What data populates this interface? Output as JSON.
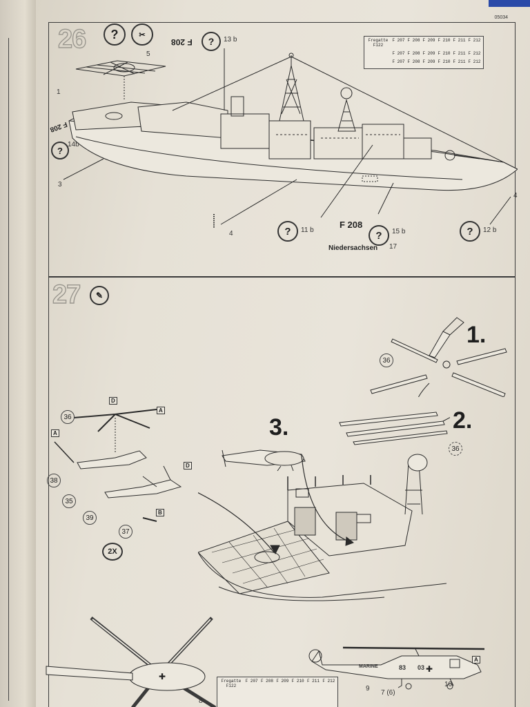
{
  "page": {
    "page_code": "05034"
  },
  "step26": {
    "number": "26",
    "help_mark": "?",
    "f208_rotated": "F 208",
    "f208_stern": "F 208",
    "callouts": [
      {
        "number": "13 b"
      },
      {
        "number": "14b"
      },
      {
        "number": "11 b"
      },
      {
        "number": "15 b"
      },
      {
        "number": "12 b"
      }
    ],
    "part_labels": [
      "5",
      "1",
      "3",
      "4",
      "4"
    ],
    "hull_label": "F 208",
    "ship_name": "Niedersachsen",
    "ship_name_ref": "17",
    "decal_table": {
      "header": "Fregatte F122",
      "rows": [
        [
          "F 207",
          "F 208",
          "F 209",
          "F 210",
          "F 211",
          "F 212"
        ],
        [
          "F 207",
          "F 208",
          "F 209",
          "F 210",
          "F 211",
          "F 212"
        ],
        [
          "F 207",
          "F 208",
          "F 209",
          "F 210",
          "F 211",
          "F 212"
        ]
      ]
    }
  },
  "step27": {
    "number": "27",
    "sub_steps": [
      "1.",
      "2.",
      "3."
    ],
    "parts": [
      "36",
      "36",
      "36",
      "38",
      "35",
      "39",
      "37"
    ],
    "flags": [
      "D",
      "A",
      "A",
      "D",
      "B"
    ],
    "multiplier": "2X"
  },
  "bottom": {
    "marine_text": "MARINE",
    "heli_number_left": "83",
    "heli_number_right": "03",
    "part_labels": [
      "9",
      "7 (6)",
      "10",
      "8"
    ],
    "flag": "A"
  },
  "colors": {
    "paper": "#e6e1d6",
    "ink": "#2a2a2a",
    "step_number_outline": "#9a978f"
  }
}
